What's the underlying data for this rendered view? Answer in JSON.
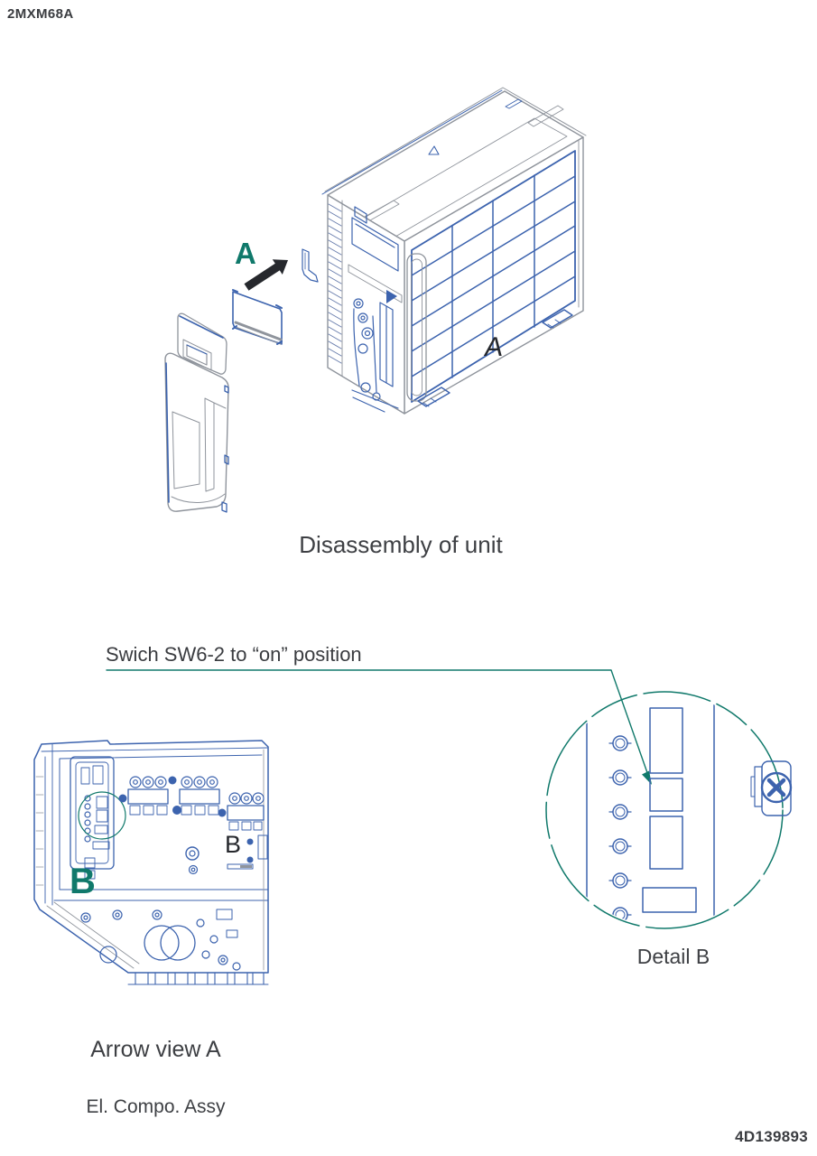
{
  "page": {
    "model": "2MXM68A",
    "doc_number": "4D139893"
  },
  "main_figure": {
    "caption": "Disassembly of unit",
    "callout_a": "A",
    "panel_label_a": "A"
  },
  "switch_note": {
    "text": "Swich SW6-2 to “on” position"
  },
  "arrow_view": {
    "caption_line1": "Arrow view A",
    "caption_line2": "El. Compo. Assy",
    "callout_b": "B",
    "board_label_b": "B"
  },
  "detail_b": {
    "caption": "Detail B"
  },
  "colors": {
    "line_blue": "#3c63ae",
    "line_gray": "#8f949c",
    "accent_teal": "#10796b",
    "text_dark": "#3a3c40",
    "arrow_black": "#26282d"
  }
}
